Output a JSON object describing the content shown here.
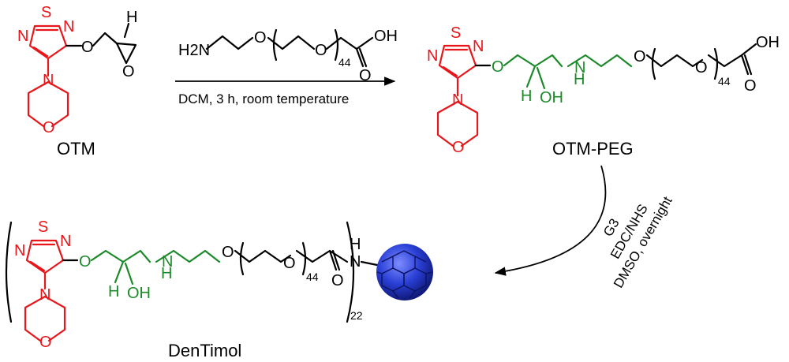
{
  "colors": {
    "oxadiazole_morpholine": "#e8161a",
    "linker": "#1c8a2a",
    "dendrimer": "#2a3fd6",
    "text": "#000000"
  },
  "atoms": {
    "S": "S",
    "N": "N",
    "O": "O",
    "H": "H",
    "OH": "OH",
    "H2N": "H2N",
    "NH": "N",
    "peg_repeat": "44",
    "dendrimer_copies": "22"
  },
  "compounds": {
    "otm": "OTM",
    "otm_peg": "OTM-PEG",
    "dentimol": "DenTimol"
  },
  "reaction1": {
    "conditions": "DCM, 3 h, room temperature"
  },
  "reaction2": {
    "reagent": "G3",
    "coupling": "EDC/NHS",
    "solvent": "DMSO, overnight"
  }
}
